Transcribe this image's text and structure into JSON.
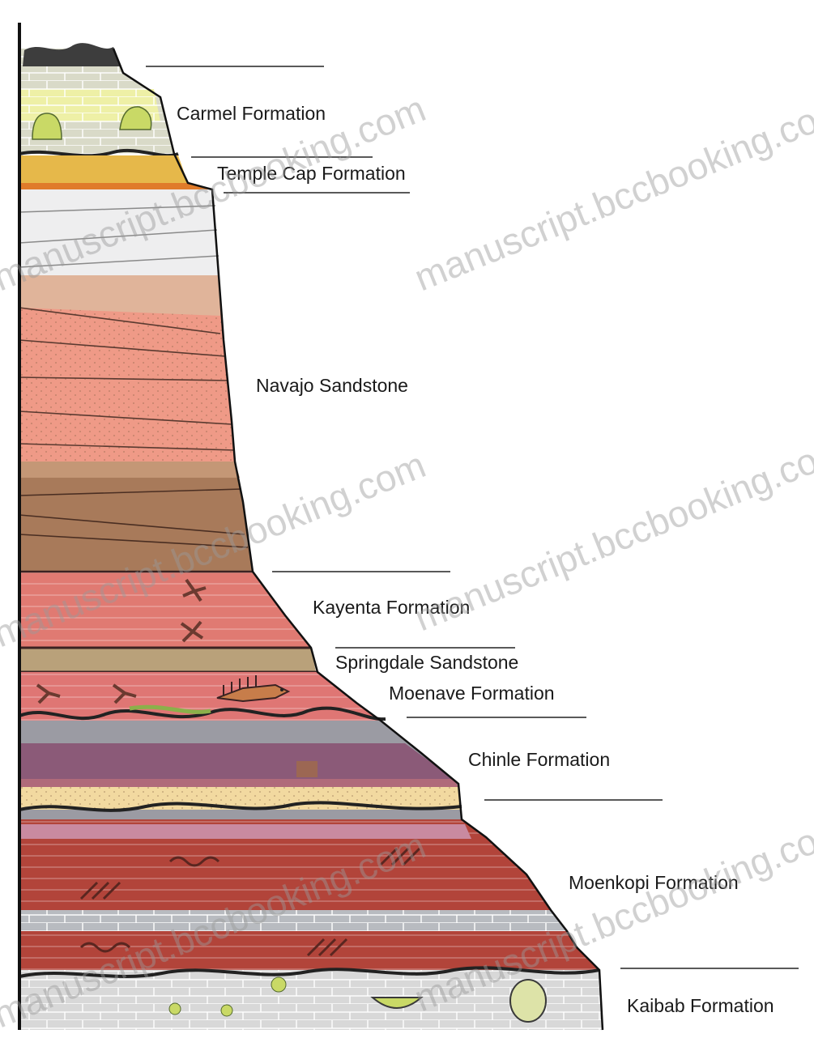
{
  "diagram": {
    "formations": [
      {
        "id": "carmel",
        "label": "Carmel Formation"
      },
      {
        "id": "temple-cap",
        "label": "Temple Cap Formation"
      },
      {
        "id": "navajo",
        "label": "Navajo Sandstone"
      },
      {
        "id": "kayenta",
        "label": "Kayenta Formation"
      },
      {
        "id": "springdale",
        "label": "Springdale Sandstone"
      },
      {
        "id": "moenave",
        "label": "Moenave Formation"
      },
      {
        "id": "chinle",
        "label": "Chinle Formation"
      },
      {
        "id": "moenkopi",
        "label": "Moenkopi Formation"
      },
      {
        "id": "kaibab",
        "label": "Kaibab Formation"
      }
    ],
    "watermark": "manuscript.bccbooking.com"
  },
  "colors": {
    "carmel": "#d9dac8",
    "carmel_yellow": "#eef0a6",
    "temple_cap": "#e6b84a",
    "navajo_white": "#eeeeef",
    "navajo_salmon": "#ef9a87",
    "navajo_tan": "#e0b49a",
    "navajo_brown": "#a87a5a",
    "kayenta": "#e07a72",
    "springdale": "#b9a17a",
    "moenave": "#df7674",
    "chinle_gray": "#9b9ba3",
    "chinle_purple": "#8b5a78",
    "chinle_yellow": "#f2d9a0",
    "moenkopi": "#b2443a",
    "moenkopi_gray": "#b8bbc0",
    "kaibab": "#d8d8d8",
    "fossil_green": "#c9d966"
  }
}
